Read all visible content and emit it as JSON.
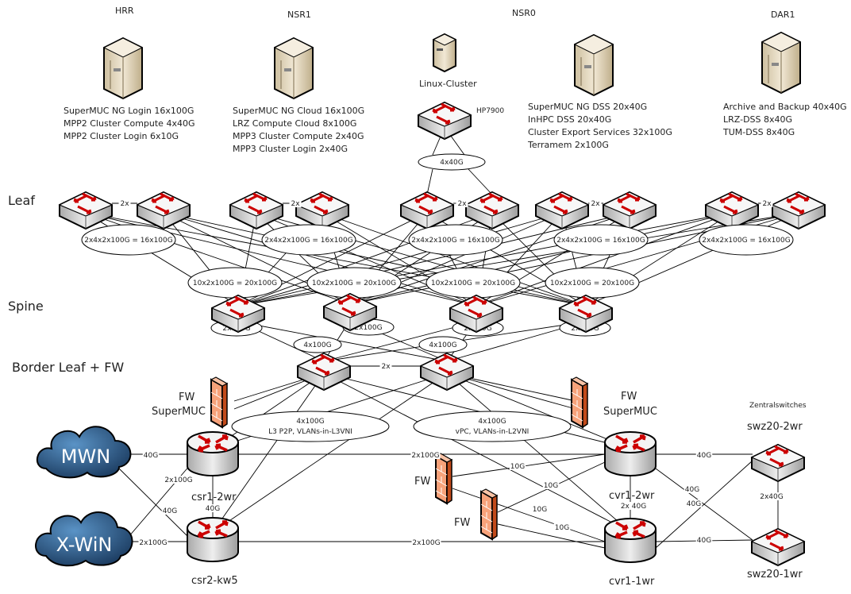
{
  "tiers": {
    "leaf": "Leaf",
    "spine": "Spine",
    "border": "Border Leaf + FW"
  },
  "sites": [
    {
      "name": "HRR",
      "lines": [
        "SuperMUC NG Login 16x100G",
        "MPP2 Cluster Compute 4x40G",
        "MPP2 Cluster Login 6x10G"
      ]
    },
    {
      "name": "NSR1",
      "lines": [
        "SuperMUC NG Cloud 16x100G",
        "LRZ Compute Cloud 8x100G",
        "MPP3 Cluster Compute 2x40G",
        "MPP3 Cluster Login 2x40G"
      ]
    },
    {
      "name": "NSR0",
      "lines": [
        "SuperMUC NG DSS 20x40G",
        "InHPC DSS 20x40G",
        "Cluster Export Services 32x100G",
        "Terramem 2x100G"
      ]
    },
    {
      "name": "DAR1",
      "lines": [
        "Archive and Backup 40x40G",
        "LRZ-DSS 8x40G",
        "TUM-DSS 8x40G"
      ]
    }
  ],
  "linux_cluster": {
    "label": "Linux-Cluster",
    "switch": "HP7900",
    "uplink": "4x40G"
  },
  "leaf_pair_link": "2x",
  "leaf_groups": [
    "2x4x2x100G = 16x100G",
    "2x4x2x100G = 16x100G",
    "2x4x2x100G = 16x100G",
    "2x4x2x100G = 16x100G",
    "2x4x2x100G = 16x100G"
  ],
  "spine_groups": [
    "10x2x100G = 20x100G",
    "10x2x100G = 20x100G",
    "10x2x100G = 20x100G",
    "10x2x100G = 20x100G"
  ],
  "spine_links": [
    "2x100G",
    "2x100G",
    "2x100G",
    "2x100G"
  ],
  "border": {
    "uplinks": [
      "4x100G",
      "4x100G"
    ],
    "pair_link": "2x",
    "left_bundle": [
      "4x100G",
      "L3 P2P, VLANs-in-L3VNI"
    ],
    "right_bundle": [
      "4x100G",
      "vPC, VLANs-in-L2VNI"
    ]
  },
  "firewalls": {
    "supermuc_left": [
      "FW",
      "SuperMUC"
    ],
    "supermuc_right": [
      "FW",
      "SuperMUC"
    ],
    "fw1": "FW",
    "fw2": "FW"
  },
  "clouds": [
    "MWN",
    "X-WiN"
  ],
  "routers": [
    "csr1-2wr",
    "csr2-kw5",
    "cvr1-2wr",
    "cvr1-1wr"
  ],
  "central": {
    "title": "Zentralswitches",
    "switches": [
      "swz20-2wr",
      "swz20-1wr"
    ]
  },
  "link_labels": {
    "mwn_csr1": "40G",
    "mwn_csr2": "40G",
    "xwin_csr1": "2x100G",
    "xwin_csr2": "2x100G",
    "csr1_csr2": "40G",
    "csr1_cvr1": "2x100G",
    "csr2_cvr2": "2x100G",
    "fw_a1": "10G",
    "fw_a2": "10G",
    "fw_b1": "10G",
    "fw_b2": "10G",
    "cvr_pair": "2x 40G",
    "cvr1_swz1": "40G",
    "cvr1_swz2": "40G",
    "cvr2_swz1": "40G",
    "cvr2_swz2": "40G",
    "swz_pair": "2x40G"
  }
}
